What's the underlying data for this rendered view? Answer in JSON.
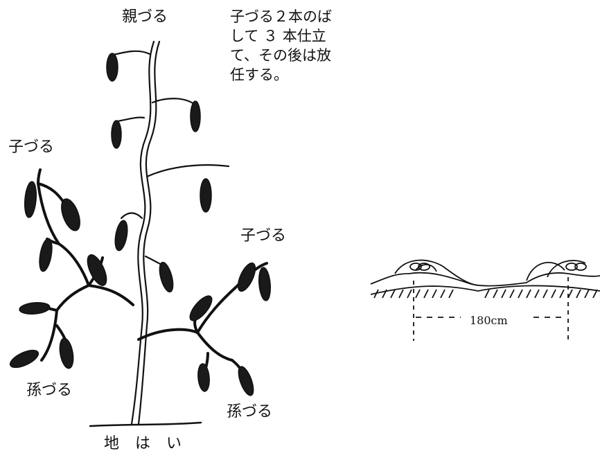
{
  "labels": {
    "main_vine": "親づる",
    "lateral_left": "子づる",
    "lateral_right": "子づる",
    "sub_lateral_left": "孫づる",
    "sub_lateral_right": "孫づる",
    "ground_note": "地 は い"
  },
  "note_lines": [
    "子づる２本のば",
    "して ３ 本仕立",
    "て、その後は放",
    "任する。"
  ],
  "ridge": {
    "distance_label": "180cm"
  },
  "colors": {
    "ink": "#111111",
    "background": "#ffffff"
  }
}
